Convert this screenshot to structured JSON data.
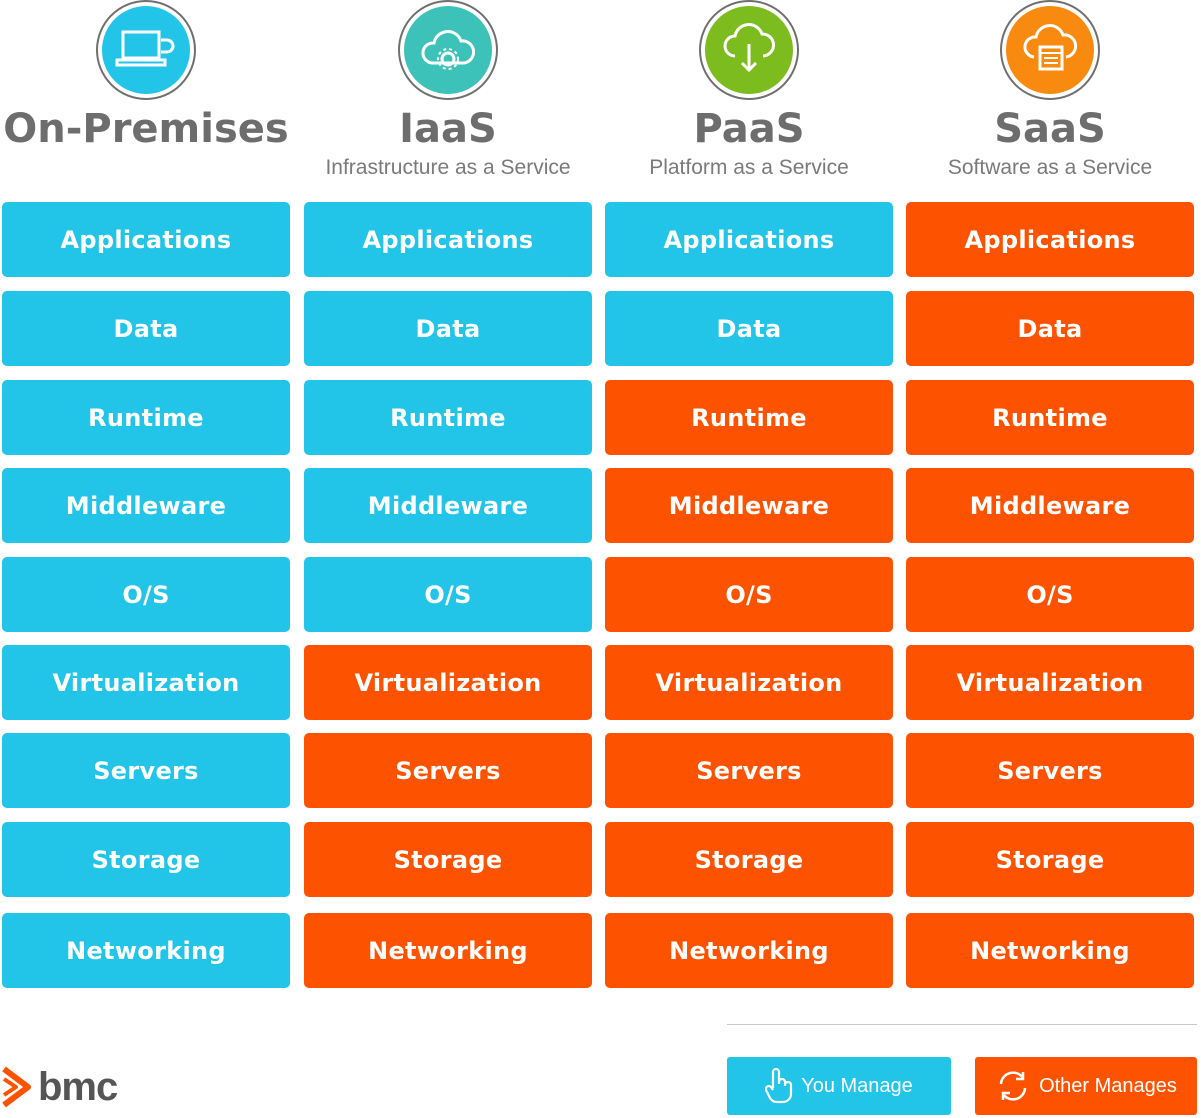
{
  "columns": [
    {
      "title": "On-Premises",
      "subtitle": "",
      "icon": "laptop-icon",
      "icon_color": "#22c4e8"
    },
    {
      "title": "IaaS",
      "subtitle": "Infrastructure as a Service",
      "icon": "cloud-gear-icon",
      "icon_color": "#3cc2b8"
    },
    {
      "title": "PaaS",
      "subtitle": "Platform as a Service",
      "icon": "cloud-download-icon",
      "icon_color": "#7dbc1e"
    },
    {
      "title": "SaaS",
      "subtitle": "Software as a Service",
      "icon": "cloud-window-icon",
      "icon_color": "#f78a0f"
    }
  ],
  "layers": [
    "Applications",
    "Data",
    "Runtime",
    "Middleware",
    "O/S",
    "Virtualization",
    "Servers",
    "Storage",
    "Networking"
  ],
  "managed_by": [
    [
      "you",
      "you",
      "you",
      "you",
      "you",
      "you",
      "you",
      "you",
      "you"
    ],
    [
      "you",
      "you",
      "you",
      "you",
      "you",
      "other",
      "other",
      "other",
      "other"
    ],
    [
      "you",
      "you",
      "other",
      "other",
      "other",
      "other",
      "other",
      "other",
      "other"
    ],
    [
      "other",
      "other",
      "other",
      "other",
      "other",
      "other",
      "other",
      "other",
      "other"
    ]
  ],
  "legend": {
    "you_manage": {
      "label": "You Manage",
      "icon": "hand-pointer-icon",
      "color": "#22c4e8"
    },
    "other_manages": {
      "label": "Other Manages",
      "icon": "refresh-arrows-icon",
      "color": "#fd5200"
    }
  },
  "logo": {
    "text": "bmc",
    "mark_color": "#fd5200"
  }
}
